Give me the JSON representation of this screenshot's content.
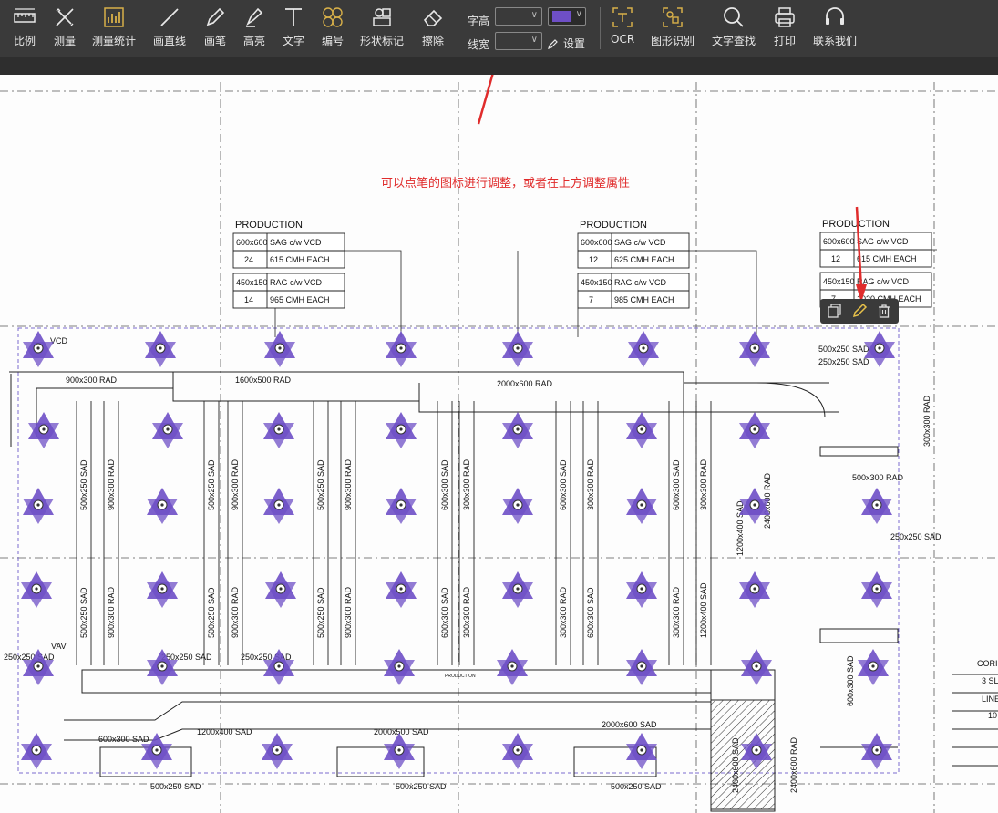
{
  "toolbar": {
    "tools": [
      {
        "label": "比例",
        "icon": "ruler-icon"
      },
      {
        "label": "测量",
        "icon": "measure-icon"
      },
      {
        "label": "测量统计",
        "icon": "measure-stats-icon"
      },
      {
        "label": "画直线",
        "icon": "line-icon"
      },
      {
        "label": "画笔",
        "icon": "pen-icon"
      },
      {
        "label": "高亮",
        "icon": "highlighter-icon"
      },
      {
        "label": "文字",
        "icon": "text-icon"
      },
      {
        "label": "编号",
        "icon": "numbering-icon"
      },
      {
        "label": "形状标记",
        "icon": "shape-mark-icon"
      },
      {
        "label": "擦除",
        "icon": "eraser-icon"
      }
    ],
    "font_size_label": "字高",
    "line_width_label": "线宽",
    "settings_label": "设置",
    "selected_color": "#6e4fc6",
    "right_tools": [
      {
        "label": "OCR",
        "icon": "ocr-icon"
      },
      {
        "label": "图形识别",
        "icon": "shape-recognition-icon"
      },
      {
        "label": "文字查找",
        "icon": "search-icon"
      },
      {
        "label": "打印",
        "icon": "printer-icon"
      },
      {
        "label": "联系我们",
        "icon": "headset-icon"
      }
    ]
  },
  "annotation": {
    "text": "可以点笔的图标进行调整，或者在上方调整属性",
    "color": "#e02c2c"
  },
  "selection_popup": {
    "icons": [
      "copy-icon",
      "edit-pen-icon",
      "delete-icon"
    ]
  },
  "drawing": {
    "marker_color": "#6e4fc6",
    "production_label": "PRODUCTION",
    "schedules": [
      {
        "rows": [
          [
            "600x600",
            "SAG c/w VCD"
          ],
          [
            "24",
            "615  CMH EACH"
          ],
          [
            "450x150",
            "RAG c/w VCD"
          ],
          [
            "14",
            "965  CMH EACH"
          ]
        ]
      },
      {
        "rows": [
          [
            "600x600",
            "SAG c/w VCD"
          ],
          [
            "12",
            "625  CMH EACH"
          ],
          [
            "450x150",
            "RAG c/w VCD"
          ],
          [
            "7",
            "985  CMH EACH"
          ]
        ]
      },
      {
        "rows": [
          [
            "600x600",
            "SAG c/w VCD"
          ],
          [
            "12",
            "615  CMH EACH"
          ],
          [
            "450x150",
            "RAG c/w VCD"
          ],
          [
            "7",
            "1020  CMH EACH"
          ]
        ]
      }
    ],
    "duct_labels": {
      "l1": "900x300 RAD",
      "l2": "1600x500 RAD",
      "l3": "2000x600 RAD",
      "l4": "1200x400 SAD",
      "l5": "2000x500 SAD",
      "l6": "2000x600 SAD",
      "l7": "500x250 SAD",
      "l8": "500x250 SAD",
      "l9": "600x300 SAD",
      "l10": "500x250 SAD",
      "l11": "500x300 RAD",
      "l12": "250x250 SAD",
      "l13": "250x250 SAD",
      "l14": "250x250 SAD",
      "l15": "VCD",
      "l16": "VAV",
      "l17": "PRODUCTION",
      "l18": "500x250 SAD",
      "l19": "250x250 SAD",
      "l20": "250x250 SAD",
      "l21": "CORI",
      "l22": "3 SL",
      "l23": "LINE",
      "l24": "10"
    },
    "vertical_labels": [
      "500x250 SAD",
      "500x250 SAD",
      "900x300 RAD",
      "900x300 RAD",
      "500x250 SAD",
      "500x250 SAD",
      "900x300 RAD",
      "900x300 RAD",
      "500x250 SAD",
      "500x250 SAD",
      "900x300 RAD",
      "900x300 RAD",
      "600x300 SAD",
      "600x300 SAD",
      "300x300 RAD",
      "300x300 RAD",
      "600x300 SAD",
      "300x300 RAD",
      "300x300 RAD",
      "600x300 SAD",
      "600x300 SAD",
      "300x300 RAD",
      "300x300 RAD",
      "1200x400 SAD",
      "2400x600 RAD",
      "2400x600 SAD",
      "2400x600 RAD",
      "300x300 RAD",
      "600x300 SAD"
    ]
  }
}
